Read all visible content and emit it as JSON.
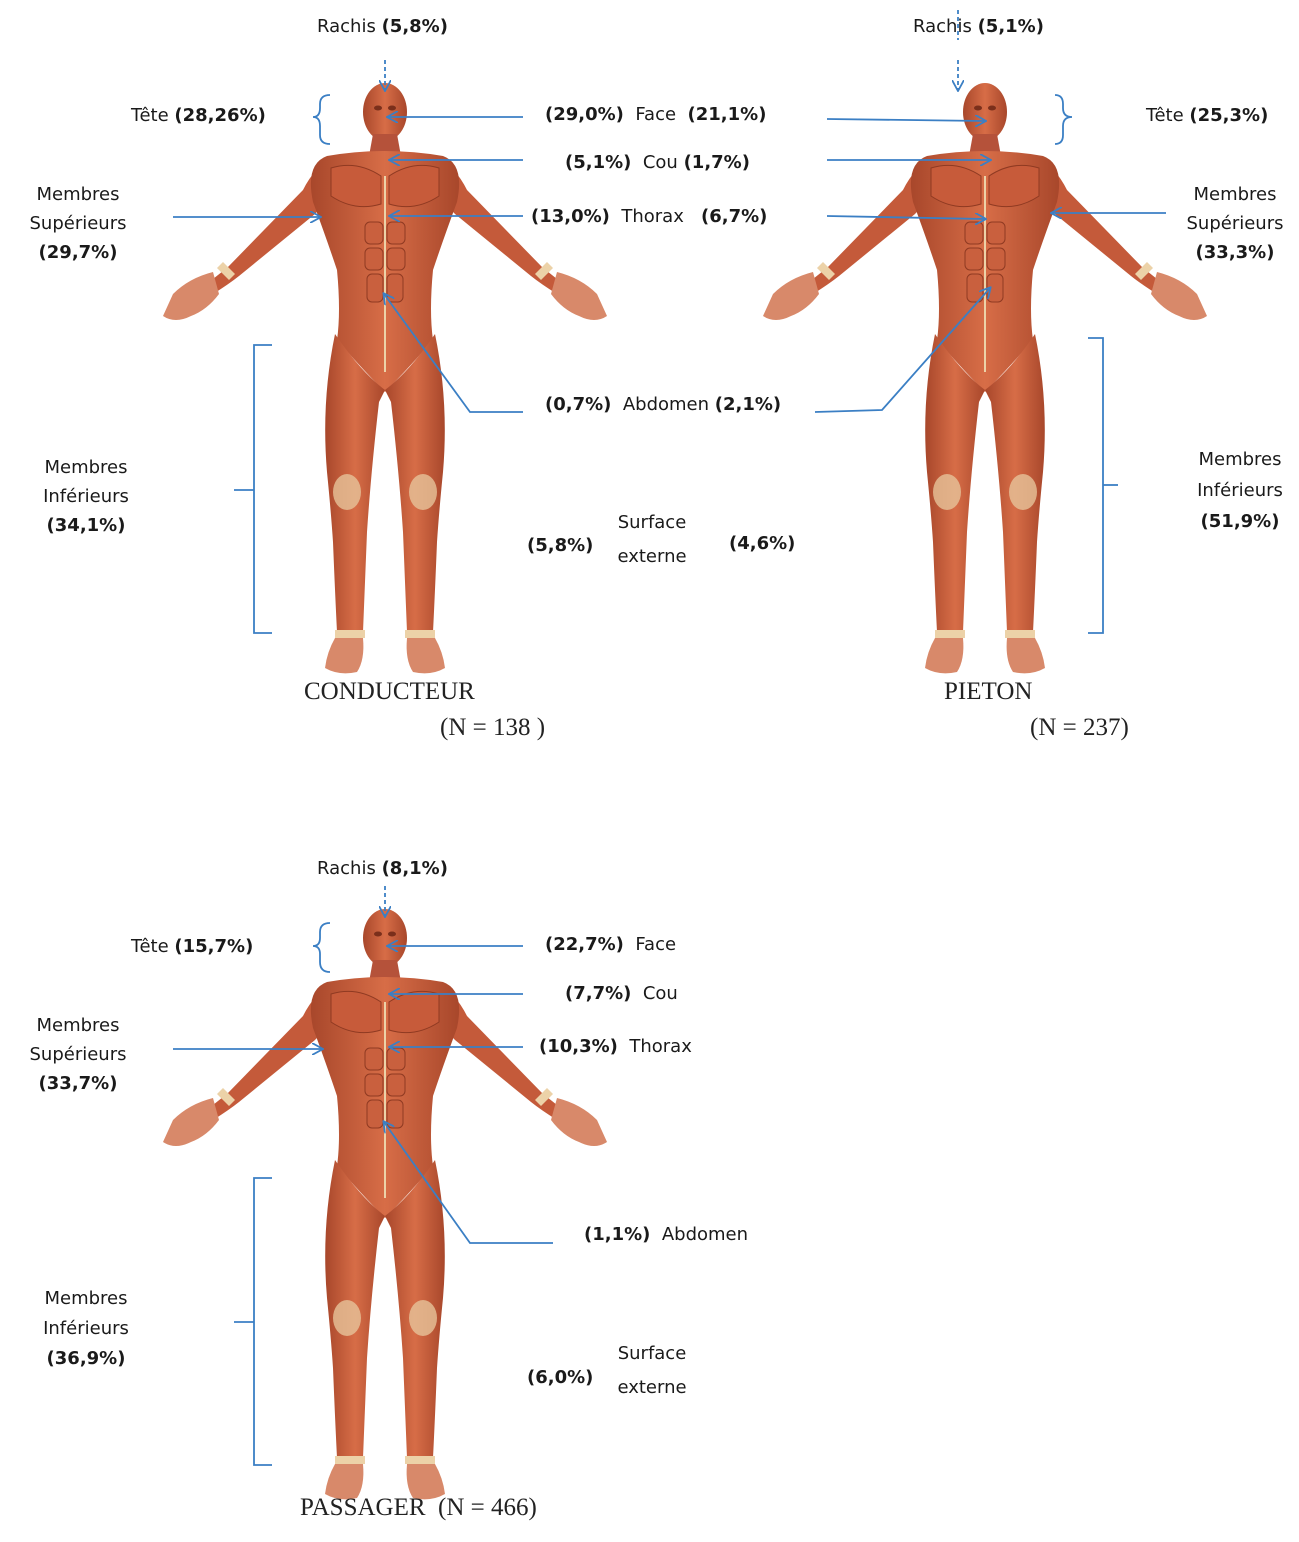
{
  "conducteur": {
    "title": "CONDUCTEUR",
    "n": "(N = 138 )",
    "rachis": {
      "label": "Rachis",
      "value": "(5,8%)"
    },
    "tete": {
      "label": "Tête",
      "value": "(28,26%)"
    },
    "face": {
      "left": "(29,0%)",
      "label": "Face",
      "right": "(21,1%)"
    },
    "cou": {
      "left": "(5,1%)",
      "label": "Cou",
      "right": "(1,7%)"
    },
    "thorax": {
      "left": "(13,0%)",
      "label": "Thorax",
      "right": "(6,7%)"
    },
    "abdomen": {
      "left": "(0,7%)",
      "label": "Abdomen",
      "right": "(2,1%)"
    },
    "surface": {
      "left": "(5,8%)",
      "label1": "Surface",
      "label2": "externe",
      "right": "(4,6%)"
    },
    "membres_sup": {
      "line1": "Membres",
      "line2": "Supérieurs",
      "value": "(29,7%)"
    },
    "membres_inf": {
      "line1": "Membres",
      "line2": "Inférieurs",
      "value": "(34,1%)"
    }
  },
  "pieton": {
    "title": "PIETON",
    "n": "(N = 237)",
    "rachis": {
      "label": "Rachis",
      "value": "(5,1%)"
    },
    "tete": {
      "label": "Tête",
      "value": "(25,3%)"
    },
    "membres_sup": {
      "line1": "Membres",
      "line2": "Supérieurs",
      "value": "(33,3%)"
    },
    "membres_inf": {
      "line1": "Membres",
      "line2": "Inférieurs",
      "value": "(51,9%)"
    }
  },
  "passager": {
    "title": "PASSAGER",
    "n": "(N = 466)",
    "rachis": {
      "label": "Rachis",
      "value": "(8,1%)"
    },
    "tete": {
      "label": "Tête",
      "value": "(15,7%)"
    },
    "face": {
      "value": "(22,7%)",
      "label": "Face"
    },
    "cou": {
      "value": "(7,7%)",
      "label": "Cou"
    },
    "thorax": {
      "value": "(10,3%)",
      "label": "Thorax"
    },
    "abdomen": {
      "value": "(1,1%)",
      "label": "Abdomen"
    },
    "surface": {
      "value": "(6,0%)",
      "label1": "Surface",
      "label2": "externe"
    },
    "membres_sup": {
      "line1": "Membres",
      "line2": "Supérieurs",
      "value": "(33,7%)"
    },
    "membres_inf": {
      "line1": "Membres",
      "line2": "Inférieurs",
      "value": "(36,9%)"
    }
  },
  "colors": {
    "arrow": "#3b7fc4",
    "skin": "#c9613f",
    "skin_dark": "#a8472b",
    "skin_light": "#e08a62",
    "tendon": "#ecd2a8"
  }
}
